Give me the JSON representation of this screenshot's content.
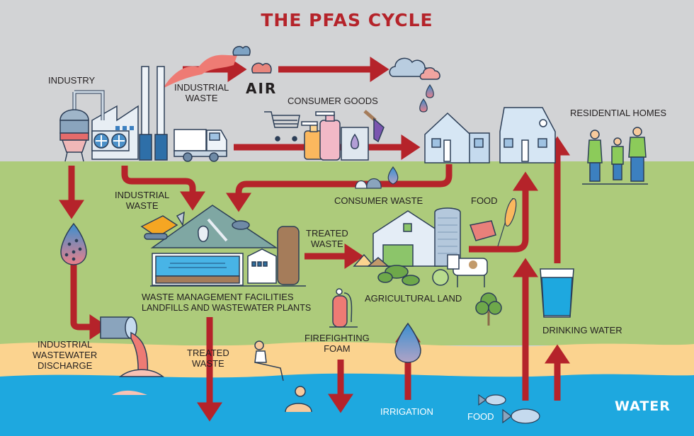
{
  "title": "THE PFAS CYCLE",
  "colors": {
    "sky": "#d2d3d5",
    "land": "#adcb7b",
    "sand": "#fbd38f",
    "water": "#1ea8df",
    "arrow": "#b5232a",
    "title": "#b5232a"
  },
  "zones": {
    "air": "AIR",
    "water": "WATER"
  },
  "labels": {
    "industry": "INDUSTRY",
    "industrial_waste_air": [
      "INDUSTRIAL",
      "WASTE"
    ],
    "consumer_goods": "CONSUMER GOODS",
    "residential_homes": "RESIDENTIAL HOMES",
    "industrial_waste_land": [
      "INDUSTRIAL",
      "WASTE"
    ],
    "consumer_waste": "CONSUMER WASTE",
    "food_land": "FOOD",
    "treated_waste_farm": [
      "TREATED",
      "WASTE"
    ],
    "waste_management": "WASTE MANAGEMENT FACILITIES",
    "waste_management_sub": "LANDFILLS AND WASTEWATER PLANTS",
    "agricultural_land": "AGRICULTURAL LAND",
    "firefighting_foam": [
      "FIREFIGHTING",
      "FOAM"
    ],
    "drinking_water": "DRINKING WATER",
    "industrial_wastewater": [
      "INDUSTRIAL",
      "WASTEWATER",
      "DISCHARGE"
    ],
    "treated_waste_water": [
      "TREATED",
      "WASTE"
    ],
    "irrigation": "IRRIGATION",
    "food_water": "FOOD"
  },
  "icons": [
    "factory-icon",
    "smoke-icon",
    "truck-icon",
    "cloud-icon",
    "rain-drop-icon",
    "shopping-cart-icon",
    "soap-bottle-icon",
    "paint-can-icon",
    "paintbrush-icon",
    "house-icon",
    "family-icon",
    "contaminated-drop-icon",
    "landfill-icon",
    "bulldozer-icon",
    "wastewater-plant-icon",
    "trash-bag-icon",
    "barn-icon",
    "silo-icon",
    "cow-icon",
    "meat-icon",
    "wheat-icon",
    "tree-icon",
    "water-glass-icon",
    "fire-extinguisher-icon",
    "discharge-pipe-icon",
    "swimmer-icon",
    "fish-icon"
  ]
}
